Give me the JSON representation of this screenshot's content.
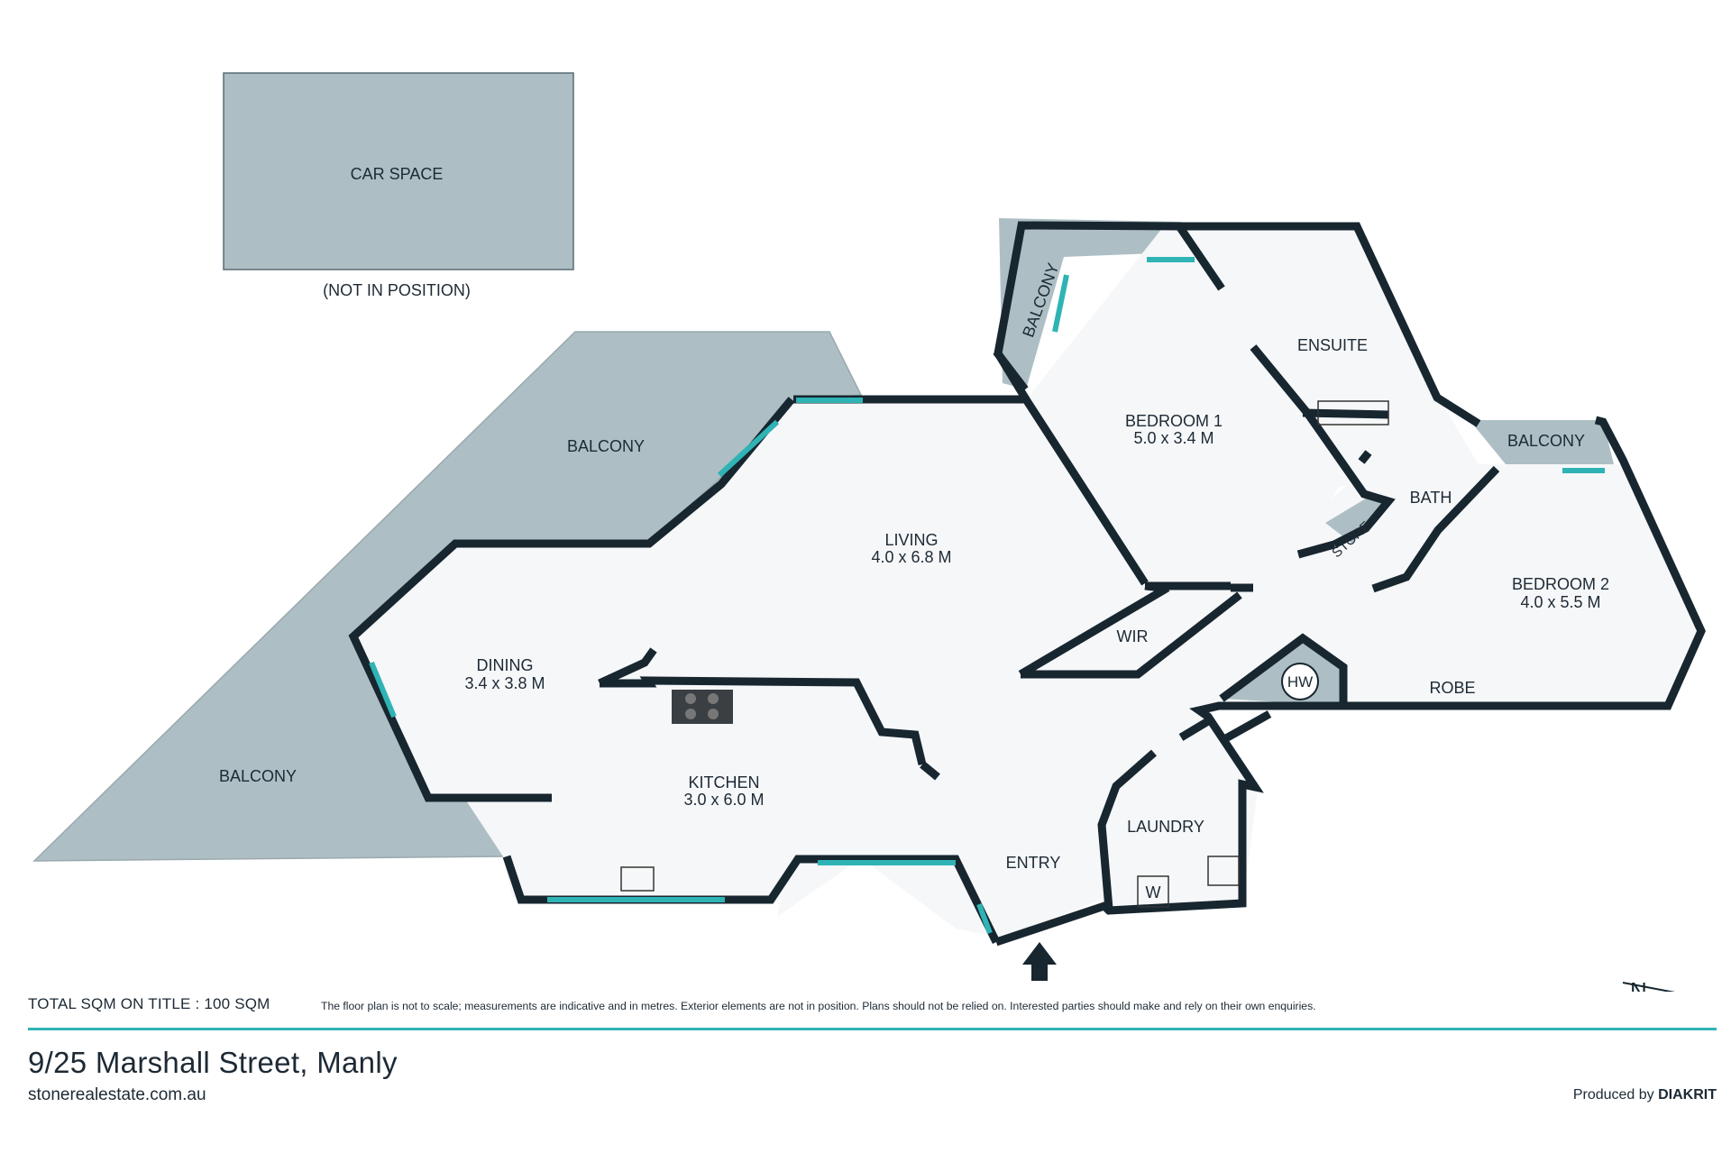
{
  "title": "9/25 Marshall Street, Manly",
  "website": "stonerealestate.com.au",
  "total": "TOTAL SQM ON TITLE : 100 SQM",
  "disclaimer": "The floor plan is not to scale; measurements are indicative and in metres. Exterior elements are not in position. Plans should not be relied on. Interested parties should make and rely on their own enquiries.",
  "produced_by_prefix": "Produced by",
  "produced_by_brand": "DIAKRIT",
  "north": "N",
  "rooms": {
    "car_space": "CAR SPACE",
    "car_note": "(NOT IN POSITION)",
    "balcony_main": "BALCONY",
    "balcony_left": "BALCONY",
    "balcony_bed1": "BALCONY",
    "balcony_bed2": "BALCONY",
    "living": "LIVING",
    "living_dim": "4.0 x 6.8 M",
    "dining": "DINING",
    "dining_dim": "3.4 x 3.8 M",
    "kitchen": "KITCHEN",
    "kitchen_dim": "3.0 x 6.0 M",
    "bedroom1": "BEDROOM 1",
    "bedroom1_dim": "5.0 x 3.4 M",
    "bedroom2": "BEDROOM 2",
    "bedroom2_dim": "4.0 x 5.5 M",
    "ensuite": "ENSUITE",
    "bath": "BATH",
    "store": "STORE",
    "wir": "WIR",
    "hw": "HW",
    "robe": "ROBE",
    "laundry": "LAUNDRY",
    "w": "W",
    "entry": "ENTRY"
  },
  "colors": {
    "wall": "#17262f",
    "balcony": "#adbfc4",
    "floor": "#f6f7f9",
    "window": "#2fb3b5",
    "rule": "#2fb3b5"
  }
}
